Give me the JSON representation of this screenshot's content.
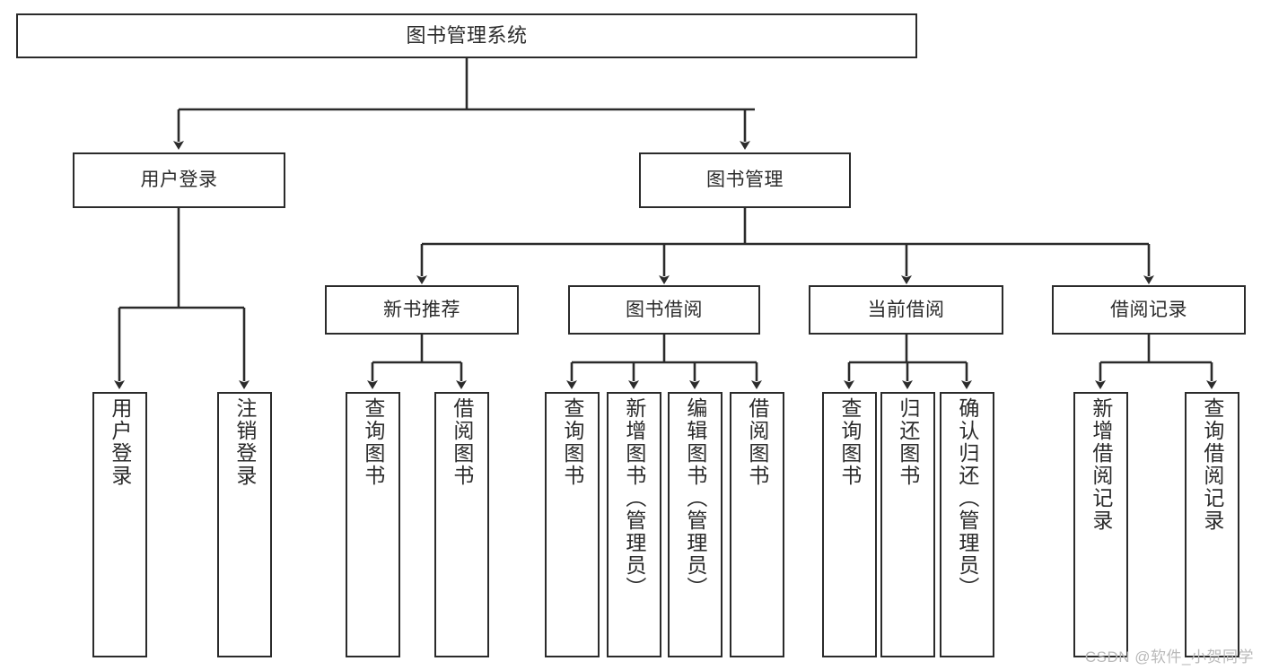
{
  "diagram": {
    "title": "图书管理系统",
    "watermark": "CSDN @软件_小贺同学",
    "colors": {
      "box_border": "#2b2b2b",
      "box_fill": "#ffffff",
      "connector": "#2b2b2b",
      "background": "#ffffff",
      "watermark": "#b9b9b9"
    },
    "levels": {
      "root": "图书管理系统",
      "tier2": [
        "用户登录",
        "图书管理"
      ],
      "tier3": [
        "新书推荐",
        "图书借阅",
        "当前借阅",
        "借阅记录"
      ]
    },
    "nodes": {
      "root": {
        "label": "图书管理系统"
      },
      "user_login": {
        "label": "用户登录"
      },
      "book_manage": {
        "label": "图书管理"
      },
      "new_book_rec": {
        "label": "新书推荐"
      },
      "book_borrow": {
        "label": "图书借阅"
      },
      "current_borrow": {
        "label": "当前借阅"
      },
      "borrow_record": {
        "label": "借阅记录"
      }
    },
    "leaves": {
      "user_login": [
        {
          "label": "用户登录"
        },
        {
          "label": "注销登录"
        }
      ],
      "new_book_rec": [
        {
          "label": "查询图书"
        },
        {
          "label": "借阅图书"
        }
      ],
      "book_borrow": [
        {
          "label": "查询图书"
        },
        {
          "label": "新增图书（管理员）"
        },
        {
          "label": "编辑图书（管理员）"
        },
        {
          "label": "借阅图书"
        }
      ],
      "current_borrow": [
        {
          "label": "查询图书"
        },
        {
          "label": "归还图书"
        },
        {
          "label": "确认归还（管理员）"
        }
      ],
      "borrow_record": [
        {
          "label": "新增借阅记录"
        },
        {
          "label": "查询借阅记录"
        }
      ]
    }
  }
}
